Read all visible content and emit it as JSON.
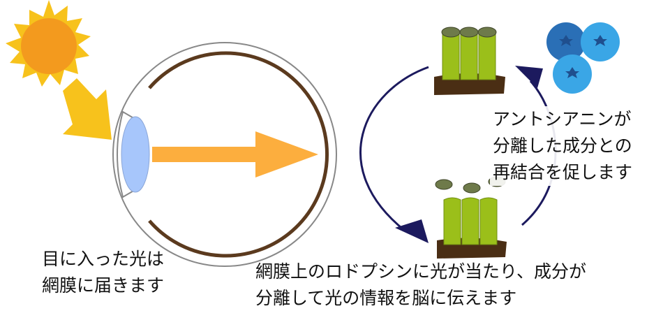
{
  "captions": {
    "eye": [
      "目に入った光は",
      "網膜に届きます"
    ],
    "rhodopsin": [
      "網膜上のロドプシンに光が当たり、成分が",
      "分離して光の情報を脳に伝えます"
    ],
    "anthocyanin": [
      "アントシアニンが",
      "分離した成分との",
      "再結合を促します"
    ]
  },
  "colors": {
    "sun_core": "#f39a1e",
    "sun_rays": "#f7c21c",
    "light_arrow": "#fcae3e",
    "lens": "#a7c6fb",
    "retina": "#5b3a1e",
    "rod": "#9bbf1a",
    "rod_cap": "#6e7a4a",
    "cycle_arrow": "#1c1a5e",
    "berry_dark": "#2a6fb6",
    "berry_light": "#3aa6e6"
  },
  "icons": [
    "sun-icon",
    "eye-icon",
    "rod-cells-icon",
    "blueberry-icon"
  ]
}
